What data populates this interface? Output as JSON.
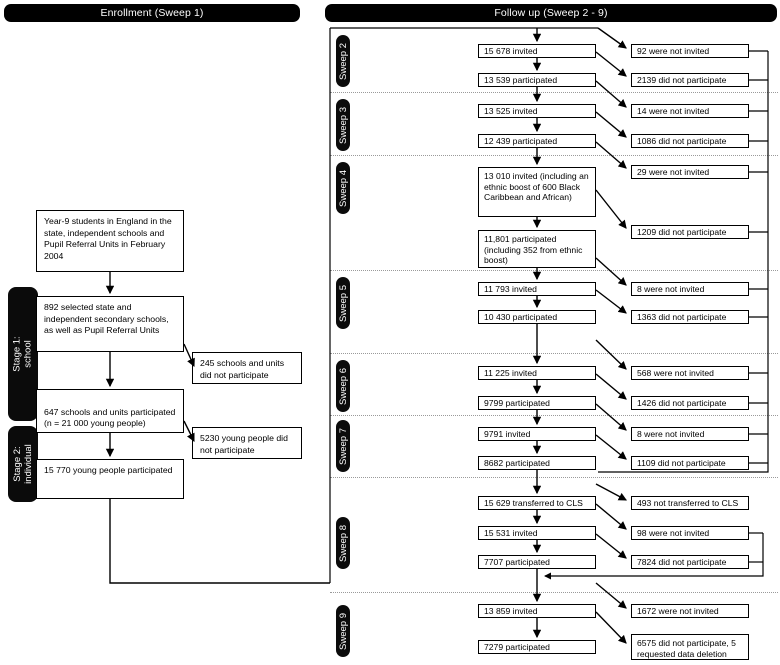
{
  "figure": {
    "type": "flowchart",
    "title": "Longitudinal Study of Young People in England participation flow"
  },
  "headers": {
    "left": "Enrollment (Sweep 1)",
    "right": "Follow up (Sweep 2 - 9)"
  },
  "stages": [
    {
      "id": "stage-1",
      "label": "Stage 1:\nschool"
    },
    {
      "id": "stage-2",
      "label": "Stage 2:\nindividual"
    }
  ],
  "enrollment": {
    "boxes": [
      {
        "id": "eligible",
        "text": "Year-9 students in England in the state, independent schools and Pupil Referral Units in February 2004"
      },
      {
        "id": "selected",
        "text": "892 selected state and independent secondary schools, as well as Pupil Referral Units"
      },
      {
        "id": "schools-part",
        "text": "647 schools and units participated\n(n = 21 000 young people)"
      },
      {
        "id": "young-part",
        "text": "15 770 young people participated"
      }
    ],
    "exclusions": [
      {
        "id": "schools-not-part",
        "text": "245 schools and units did not participate"
      },
      {
        "id": "young-not-part",
        "text": "5230 young people did not participate"
      }
    ]
  },
  "sweeps": [
    {
      "id": "sweep-2",
      "label": "Sweep 2",
      "main": [
        {
          "id": "s2-invited",
          "text": "15 678 invited"
        },
        {
          "id": "s2-part",
          "text": "13 539 participated"
        }
      ],
      "exclusions": [
        {
          "id": "s2-not-invited",
          "text": "92 were not invited"
        },
        {
          "id": "s2-not-part",
          "text": "2139 did not participate"
        }
      ]
    },
    {
      "id": "sweep-3",
      "label": "Sweep 3",
      "main": [
        {
          "id": "s3-invited",
          "text": "13 525 invited"
        },
        {
          "id": "s3-part",
          "text": "12 439 participated"
        }
      ],
      "exclusions": [
        {
          "id": "s3-not-invited",
          "text": "14 were not invited"
        },
        {
          "id": "s3-not-part",
          "text": "1086 did not participate"
        }
      ]
    },
    {
      "id": "sweep-4",
      "label": "Sweep 4",
      "main": [
        {
          "id": "s4-invited",
          "text": "13 010 invited (including an ethnic boost of 600 Black Caribbean and African)"
        },
        {
          "id": "s4-part",
          "text": "11,801 participated (including 352 from ethnic boost)"
        }
      ],
      "exclusions": [
        {
          "id": "s4-not-invited",
          "text": "29 were not invited"
        },
        {
          "id": "s4-not-part",
          "text": "1209 did not participate"
        }
      ]
    },
    {
      "id": "sweep-5",
      "label": "Sweep 5",
      "main": [
        {
          "id": "s5-invited",
          "text": "11 793 invited"
        },
        {
          "id": "s5-part",
          "text": "10 430 participated"
        }
      ],
      "exclusions": [
        {
          "id": "s5-not-invited",
          "text": "8 were not invited"
        },
        {
          "id": "s5-not-part",
          "text": "1363 did not participate"
        }
      ]
    },
    {
      "id": "sweep-6",
      "label": "Sweep 6",
      "main": [
        {
          "id": "s6-invited",
          "text": "11 225 invited"
        },
        {
          "id": "s6-part",
          "text": "9799 participated"
        }
      ],
      "exclusions": [
        {
          "id": "s6-not-invited",
          "text": "568 were not invited"
        },
        {
          "id": "s6-not-part",
          "text": "1426 did not participate"
        }
      ]
    },
    {
      "id": "sweep-7",
      "label": "Sweep 7",
      "main": [
        {
          "id": "s7-invited",
          "text": "9791 invited"
        },
        {
          "id": "s7-part",
          "text": "8682 participated"
        }
      ],
      "exclusions": [
        {
          "id": "s7-not-invited",
          "text": "8 were not invited"
        },
        {
          "id": "s7-not-part",
          "text": "1109 did not participate"
        }
      ]
    },
    {
      "id": "sweep-8",
      "label": "Sweep 8",
      "main": [
        {
          "id": "s8-transfer",
          "text": "15 629 transferred to CLS"
        },
        {
          "id": "s8-invited",
          "text": "15 531 invited"
        },
        {
          "id": "s8-part",
          "text": "7707 participated"
        }
      ],
      "exclusions": [
        {
          "id": "s8-not-transfer",
          "text": "493 not transferred to CLS"
        },
        {
          "id": "s8-not-invited",
          "text": "98 were not invited"
        },
        {
          "id": "s8-not-part",
          "text": "7824 did not participate"
        }
      ]
    },
    {
      "id": "sweep-9",
      "label": "Sweep 9",
      "main": [
        {
          "id": "s9-invited",
          "text": "13 859 invited"
        },
        {
          "id": "s9-part",
          "text": "7279 participated"
        }
      ],
      "exclusions": [
        {
          "id": "s9-not-invited",
          "text": "1672 were not invited"
        },
        {
          "id": "s9-not-part",
          "text": "6575 did not participate, 5 requested data deletion"
        }
      ]
    }
  ],
  "colors": {
    "bar": "#000000",
    "bar_text": "#ffffff",
    "box_border": "#000000",
    "box_fill": "#ffffff",
    "divider": "#9a9a9a",
    "connector": "#000000"
  }
}
